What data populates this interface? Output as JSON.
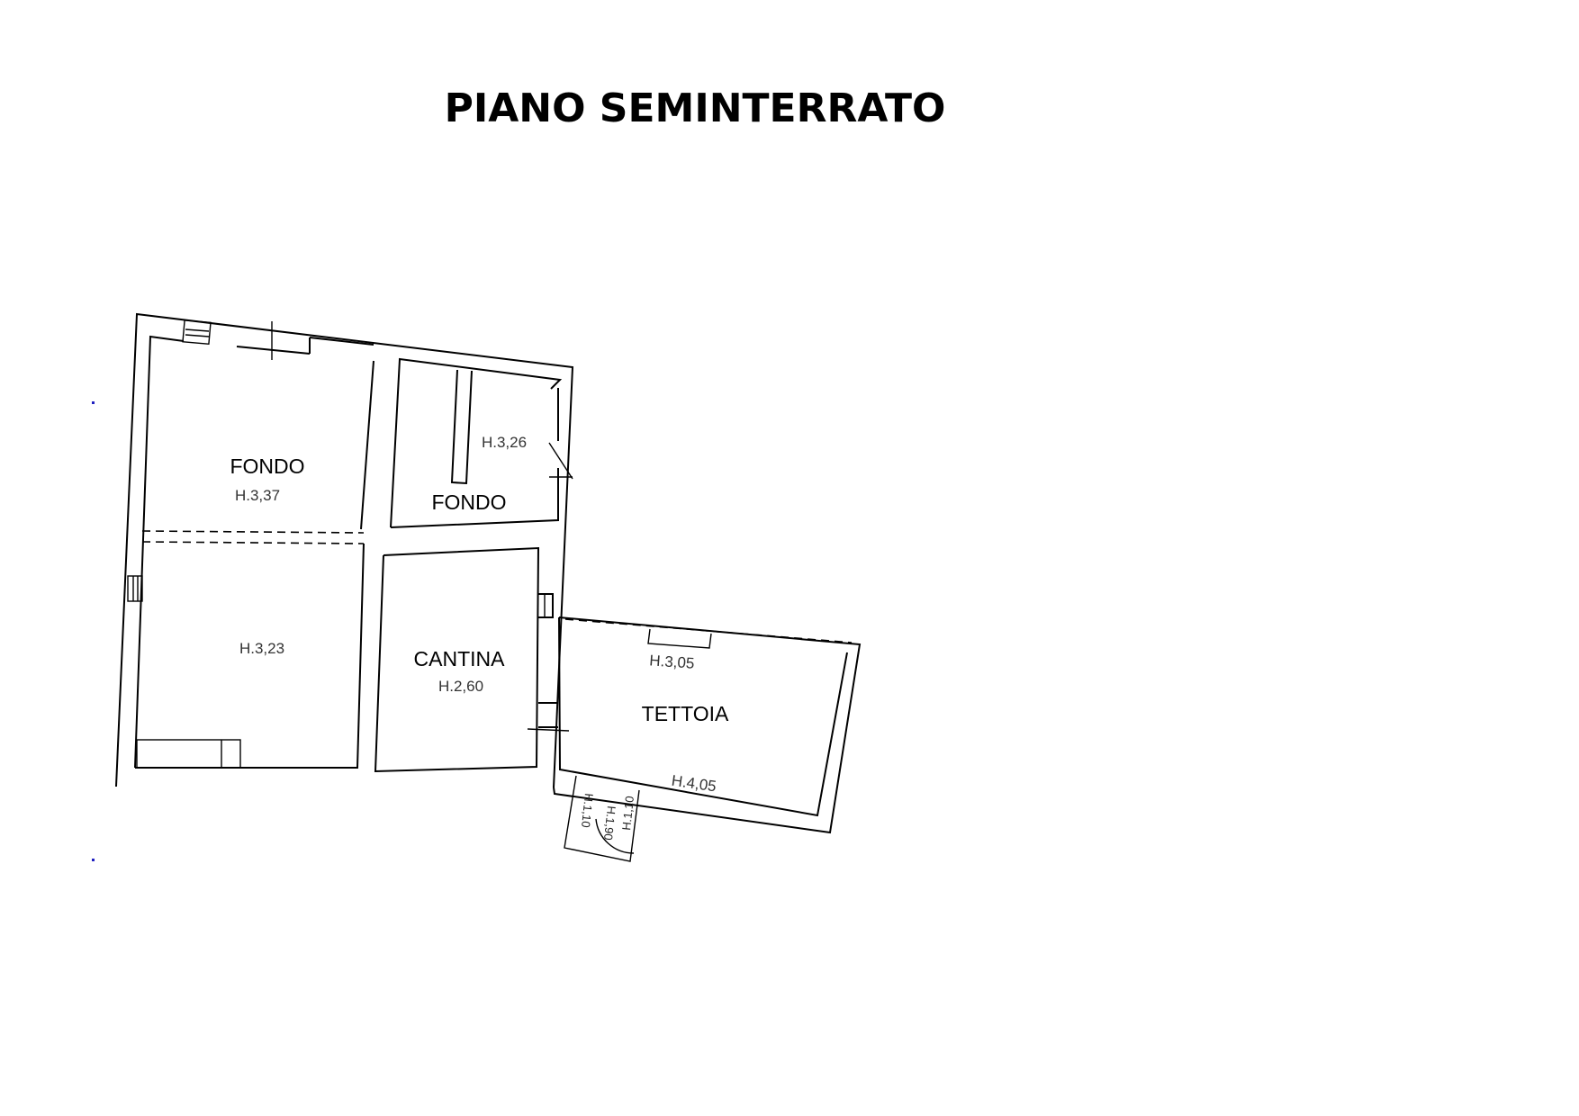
{
  "title": "PIANO SEMINTERRATO",
  "rooms": {
    "fondo_left": {
      "name": "FONDO",
      "height": "H.3,37"
    },
    "fondo_right": {
      "name": "FONDO",
      "height": "H.3,26"
    },
    "lower_left": {
      "height": "H.3,23"
    },
    "cantina": {
      "name": "CANTINA",
      "height": "H.2,60"
    },
    "tettoia": {
      "name": "TETTOIA",
      "height_top": "H.3,05",
      "height_bottom": "H.4,05"
    }
  },
  "stair": {
    "left": "H.1,10",
    "middle": "H.1,90",
    "right": "H.1,10"
  },
  "colors": {
    "lines": "#000000",
    "markers": "#2020c0"
  }
}
